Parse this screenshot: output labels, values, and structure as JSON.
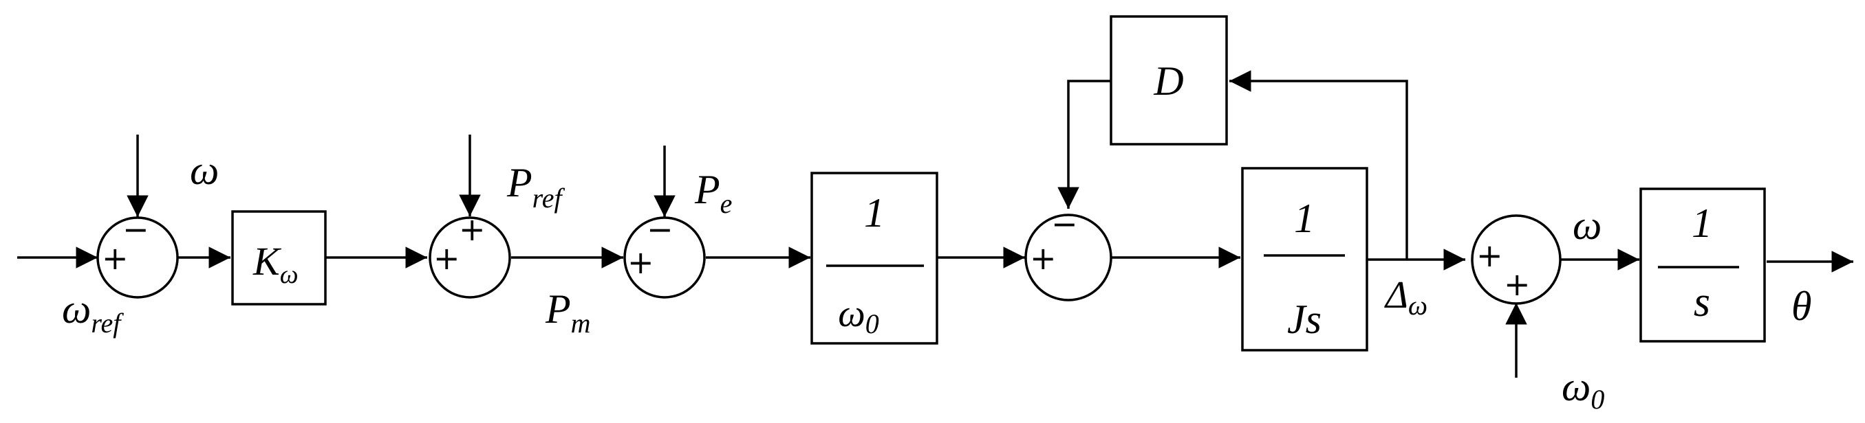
{
  "blocks": {
    "k_omega": {
      "label": "K",
      "sub": "ω"
    },
    "inv_omega0": {
      "num": "1",
      "den": "ω",
      "den_sub": "0"
    },
    "inv_js": {
      "num": "1",
      "den": "Js"
    },
    "damping_d": {
      "label": "D"
    },
    "integrator": {
      "num": "1",
      "den": "s"
    }
  },
  "signals": {
    "omega_ref": {
      "label": "ω",
      "sub": "ref"
    },
    "omega_feedback": {
      "label": "ω"
    },
    "p_ref": {
      "label": "P",
      "sub": "ref"
    },
    "p_m": {
      "label": "P",
      "sub": "m"
    },
    "p_e": {
      "label": "P",
      "sub": "e"
    },
    "delta_omega": {
      "label": "Δ",
      "sub": "ω"
    },
    "omega_out": {
      "label": "ω"
    },
    "omega0_in": {
      "label": "ω",
      "sub": "0"
    },
    "theta": {
      "label": "θ"
    }
  },
  "signs": {
    "sum1": [
      "+",
      "−"
    ],
    "sum2": [
      "+",
      "+"
    ],
    "sum3": [
      "+",
      "−"
    ],
    "sum4": [
      "+",
      "−"
    ],
    "sum5": [
      "+",
      "+"
    ]
  }
}
